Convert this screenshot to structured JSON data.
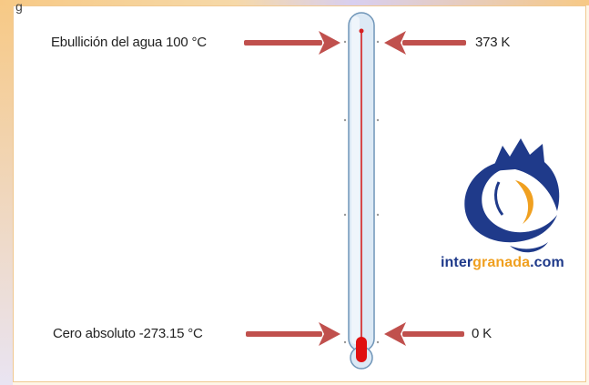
{
  "top_clip_text": "g",
  "labels": {
    "boiling_celsius": "Ebullición del agua 100 °C",
    "boiling_kelvin": "373 K",
    "absolute_zero_celsius": "Cero absoluto -273.15 °C",
    "absolute_zero_kelvin": "0 K"
  },
  "logo": {
    "part1": "inter",
    "part2": "granada",
    "part3": ".com"
  },
  "colors": {
    "arrow": "#c0504d",
    "mercury": "#d62020",
    "tube_fill": "#dce9f5",
    "tube_stroke": "#6f95b8",
    "logo_blue": "#1f3a8a",
    "logo_orange": "#f0a020",
    "background_stripe": "#f7c985"
  },
  "icons": [
    "thermometer-icon",
    "intergranada-logo-icon"
  ]
}
